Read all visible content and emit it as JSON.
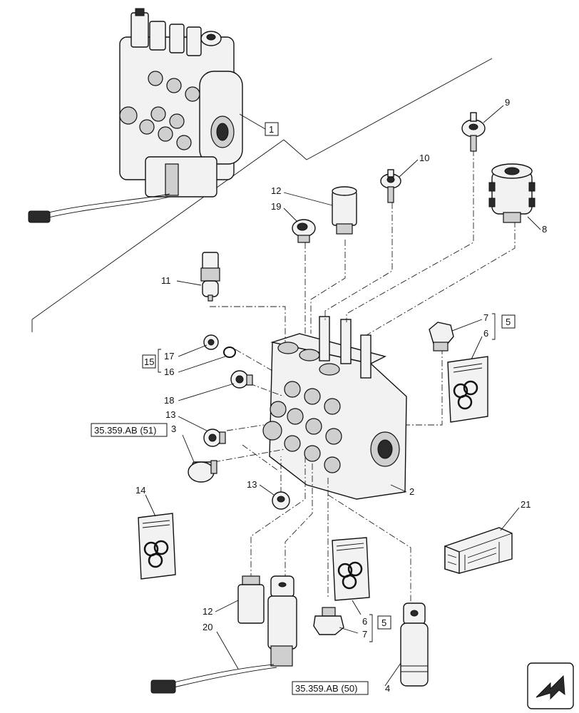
{
  "callouts": {
    "c1": "1",
    "c2": "2",
    "c3": "3",
    "c4": "4",
    "c5a": "5",
    "c5b": "5",
    "c6a": "6",
    "c6b": "6",
    "c7a": "7",
    "c7b": "7",
    "c8": "8",
    "c9": "9",
    "c10": "10",
    "c11": "11",
    "c12a": "12",
    "c12b": "12",
    "c13a": "13",
    "c13b": "13",
    "c14": "14",
    "c15": "15",
    "c16": "16",
    "c17": "17",
    "c18": "18",
    "c19": "19",
    "c20": "20",
    "c21": "21"
  },
  "references": {
    "ref51": "35.359.AB (51)",
    "ref50": "35.359.AB (50)"
  },
  "icons": {
    "nav": "next-page-arrow-icon"
  }
}
